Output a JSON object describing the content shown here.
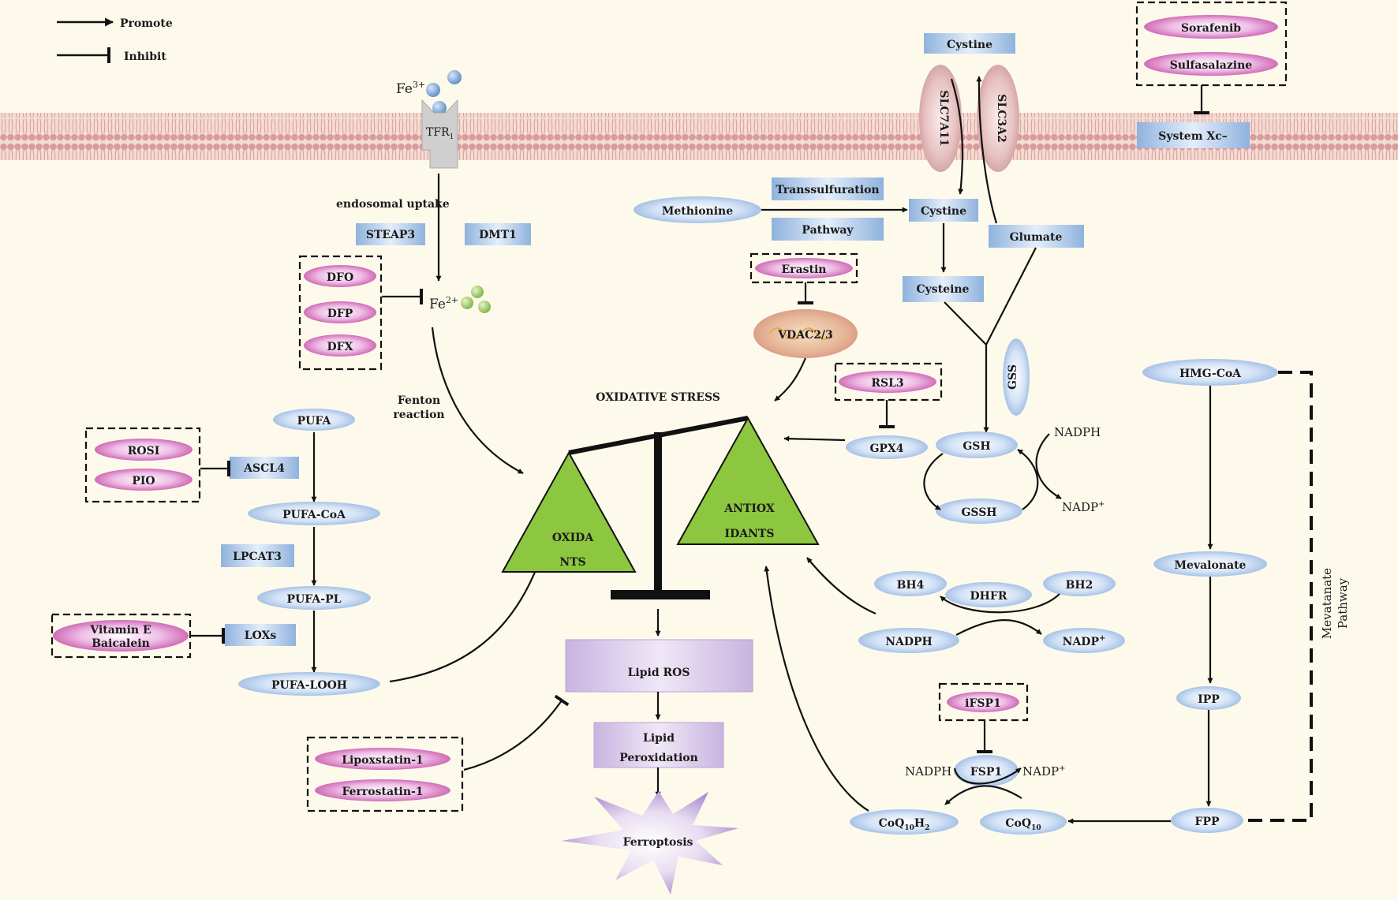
{
  "legend": {
    "promote": "Promote",
    "inhibit": "Inhibit"
  },
  "membrane": {
    "fe3": "Fe",
    "fe3_sup": "3+",
    "tfr": "TFR",
    "tfr_sub": "1",
    "slc7a11": "SLC7A11",
    "slc3a2": "SLC3A2",
    "cystine_out": "Cystine",
    "system_xc": "System Xc–"
  },
  "iron": {
    "endosomal_uptake": "endosomal uptake",
    "steap3": "STEAP3",
    "dmt1": "DMT1",
    "fe2": "Fe",
    "fe2_sup": "2+",
    "fenton_1": "Fenton",
    "fenton_2": "reaction"
  },
  "iron_inhibitors": [
    "DFO",
    "DFP",
    "DFX"
  ],
  "xc_inhibitors": [
    "Sorafenib",
    "Sulfasalazine"
  ],
  "lipid": {
    "pufa": "PUFA",
    "ascl4": "ASCL4",
    "pufa_coa": "PUFA-CoA",
    "lpcat3": "LPCAT3",
    "pufa_pl": "PUFA-PL",
    "loxs": "LOXs",
    "pufa_looh": "PUFA-LOOH"
  },
  "ascl4_inhibitors": [
    "ROSI",
    "PIO"
  ],
  "lox_inhibitor": {
    "line1": "Vitamin E",
    "line2": "Baicalein"
  },
  "balance": {
    "title": "OXIDATIVE STRESS",
    "oxidants_1": "OXIDA",
    "oxidants_2": "NTS",
    "antioxidants_1": "ANTIOX",
    "antioxidants_2": "IDANTS"
  },
  "ros": {
    "lipid_ros": "Lipid ROS",
    "lipid_perox_1": "Lipid",
    "lipid_perox_2": "Peroxidation",
    "ferroptosis": "Ferroptosis"
  },
  "ros_inhibitors": [
    "Lipoxstatin-1",
    "Ferrostatin-1"
  ],
  "gsh": {
    "transsulfuration": "Transsulfuration",
    "pathway": "Pathway",
    "methionine": "Methionine",
    "cystine": "Cystine",
    "glumate": "Glumate",
    "cysteine": "Cysteine",
    "erastin": "Erastin",
    "vdac": "VDAC2/3",
    "gss": "GSS",
    "rsl3": "RSL3",
    "gpx4": "GPX4",
    "gsh": "GSH",
    "gssh": "GSSH",
    "nadph": "NADPH",
    "nadp": "NADP",
    "nadp_sup": "+"
  },
  "bh4": {
    "bh4": "BH4",
    "dhfr": "DHFR",
    "bh2": "BH2",
    "nadph": "NADPH",
    "nadp": "NADP",
    "nadp_sup": "+"
  },
  "fsp1": {
    "ifsp1": "iFSP1",
    "fsp1": "FSP1",
    "nadph": "NADPH",
    "nadp": "NADP",
    "nadp_sup": "+",
    "coq10h2": "CoQ",
    "coq10h2_sub1": "10",
    "coq10h2_h": "H",
    "coq10h2_sub2": "2",
    "coq10": "CoQ",
    "coq10_sub": "10"
  },
  "mevalonate": {
    "hmg_coa": "HMG-CoA",
    "mevalonate": "Mevalonate",
    "ipp": "IPP",
    "fpp": "FPP",
    "label_1": "Mevatanate",
    "label_2": "Pathway"
  }
}
